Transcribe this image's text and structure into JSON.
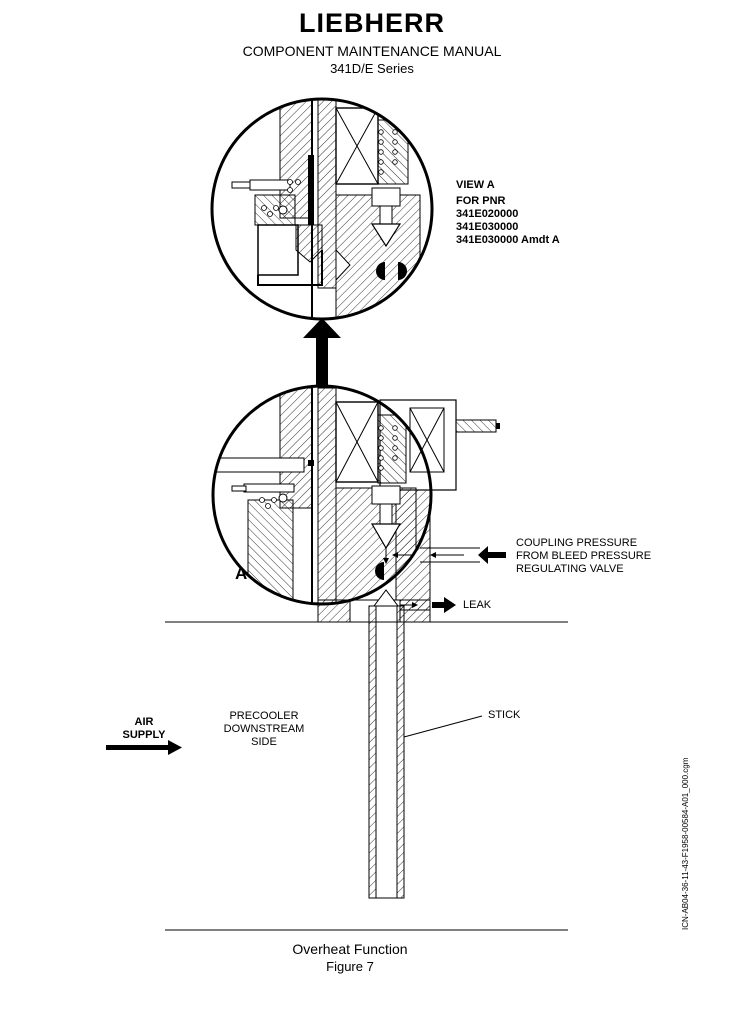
{
  "header": {
    "logo": "LIEBHERR",
    "title": "COMPONENT MAINTENANCE MANUAL",
    "series": "341D/E Series"
  },
  "view_a": {
    "title": "VIEW A",
    "for_pnr": "FOR PNR",
    "pnr_lines": [
      "341E020000",
      "341E030000",
      "341E030000 Amdt A"
    ]
  },
  "labels": {
    "view_marker": "A",
    "coupling": [
      "COUPLING PRESSURE",
      "FROM BLEED PRESSURE",
      "REGULATING VALVE"
    ],
    "leak": "LEAK",
    "stick": "STICK",
    "air_supply": [
      "AIR",
      "SUPPLY"
    ],
    "precooler": [
      "PRECOOLER",
      "DOWNSTREAM",
      "SIDE"
    ]
  },
  "caption": {
    "title": "Overheat Function",
    "figure": "Figure 7"
  },
  "icn": "ICN-AB04-36-11-43-F1958-00584-A01_000.cgm",
  "colors": {
    "ink": "#000000",
    "paper": "#ffffff"
  }
}
